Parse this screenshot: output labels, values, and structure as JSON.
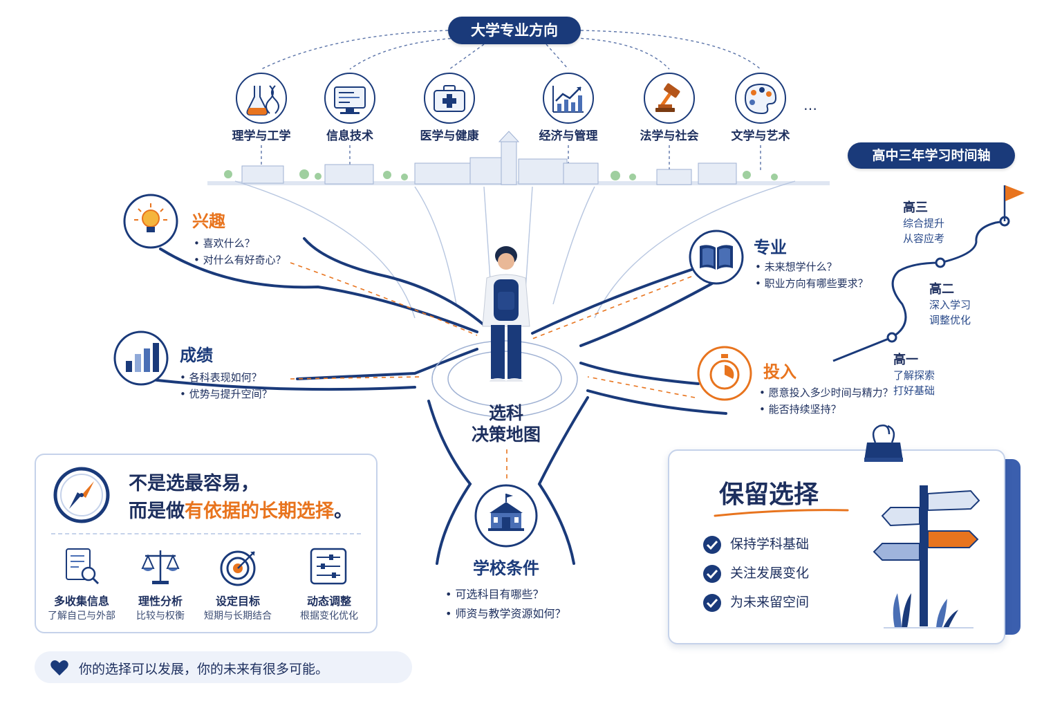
{
  "header": {
    "title": "大学专业方向"
  },
  "majors": [
    {
      "label": "理学与工学",
      "icon": "flask-dna-icon"
    },
    {
      "label": "信息技术",
      "icon": "computer-monitor-icon"
    },
    {
      "label": "医学与健康",
      "icon": "medical-kit-icon"
    },
    {
      "label": "经济与管理",
      "icon": "growth-chart-icon"
    },
    {
      "label": "法学与社会",
      "icon": "gavel-icon"
    },
    {
      "label": "文学与艺术",
      "icon": "palette-icon"
    }
  ],
  "majors_more": "…",
  "center": {
    "line1": "选科",
    "line2": "决策地图"
  },
  "factors": {
    "interest": {
      "title": "兴趣",
      "q1": "喜欢什么？",
      "q2": "对什么有好奇心？"
    },
    "grades": {
      "title": "成绩",
      "q1": "各科表现如何？",
      "q2": "优势与提升空间？"
    },
    "major": {
      "title": "专业",
      "q1": "未来想学什么？",
      "q2": "职业方向有哪些要求？"
    },
    "effort": {
      "title": "投入",
      "q1": "愿意投入多少时间与精力？",
      "q2": "能否持续坚持？"
    },
    "school": {
      "title": "学校条件",
      "q1": "可选科目有哪些？",
      "q2": "师资与教学资源如何？"
    }
  },
  "timeline": {
    "title": "高中三年学习时间轴",
    "stages": [
      {
        "name": "高三",
        "line1": "综合提升",
        "line2": "从容应考"
      },
      {
        "name": "高二",
        "line1": "深入学习",
        "line2": "调整优化"
      },
      {
        "name": "高一",
        "line1": "了解探索",
        "line2": "打好基础"
      }
    ]
  },
  "principle": {
    "line1": "不是选最容易，",
    "line2_prefix": "而是做",
    "line2_highlight": "有依据的长期选择",
    "line2_suffix": "。",
    "tools": [
      {
        "title": "多收集信息",
        "sub": "了解自己与外部",
        "icon": "document-search-icon"
      },
      {
        "title": "理性分析",
        "sub": "比较与权衡",
        "icon": "balance-scale-icon"
      },
      {
        "title": "设定目标",
        "sub": "短期与长期结合",
        "icon": "target-icon"
      },
      {
        "title": "动态调整",
        "sub": "根据变化优化",
        "icon": "sliders-icon"
      }
    ]
  },
  "reserve": {
    "title": "保留选择",
    "items": [
      "保持学科基础",
      "关注发展变化",
      "为未来留空间"
    ]
  },
  "footer": {
    "message": "你的选择可以发展，你的未来有很多可能。"
  },
  "colors": {
    "navy": "#1a3a7a",
    "orange": "#e8741e",
    "light_blue": "#c5d2ea"
  }
}
